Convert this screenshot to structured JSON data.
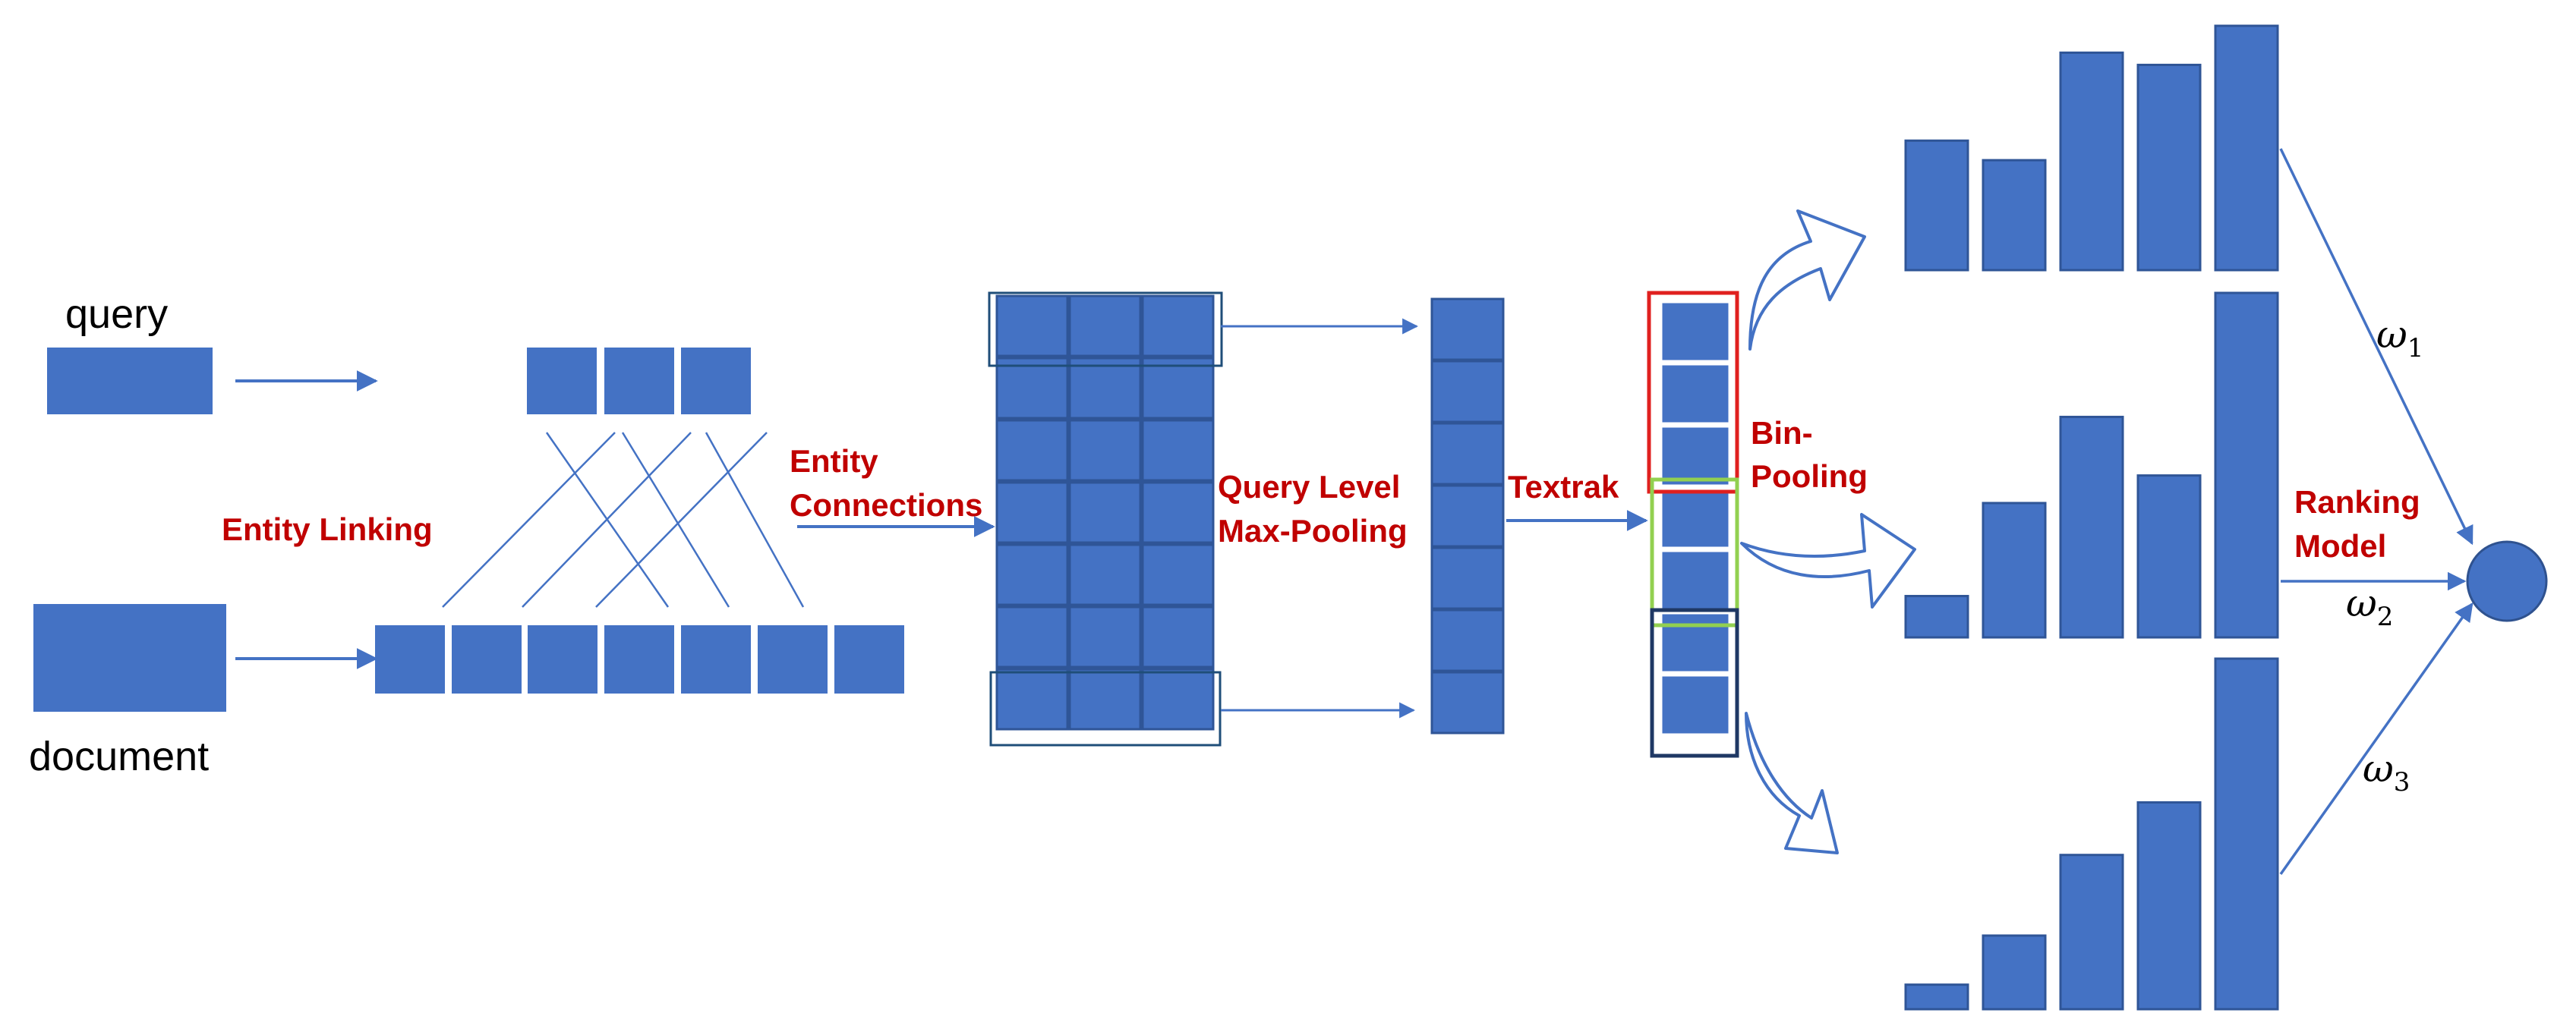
{
  "labels": {
    "query": "query",
    "document": "document",
    "entity_linking": "Entity Linking",
    "entity_connections_1": "Entity",
    "entity_connections_2": "Connections",
    "query_level_1": "Query Level",
    "query_level_2": "Max-Pooling",
    "textrak": "Textrak",
    "bin_pooling_1": "Bin-",
    "bin_pooling_2": "Pooling",
    "ranking_model_1": "Ranking",
    "ranking_model_2": "Model",
    "omega": "ω",
    "omega_sub_1": "1",
    "omega_sub_2": "2",
    "omega_sub_3": "3"
  },
  "colors": {
    "block": "#4472C4",
    "arrow": "#4472C4",
    "label_red": "#C00000",
    "bin_red": "#E0201F",
    "bin_green": "#92D050",
    "bin_dark": "#1F3864",
    "text": "#000000"
  },
  "histograms": {
    "bin_1": [
      0.53,
      0.45,
      0.89,
      0.84,
      1.0
    ],
    "bin_2": [
      0.12,
      0.39,
      0.64,
      0.47,
      1.0
    ],
    "bin_3": [
      0.07,
      0.21,
      0.44,
      0.59,
      1.0
    ]
  }
}
